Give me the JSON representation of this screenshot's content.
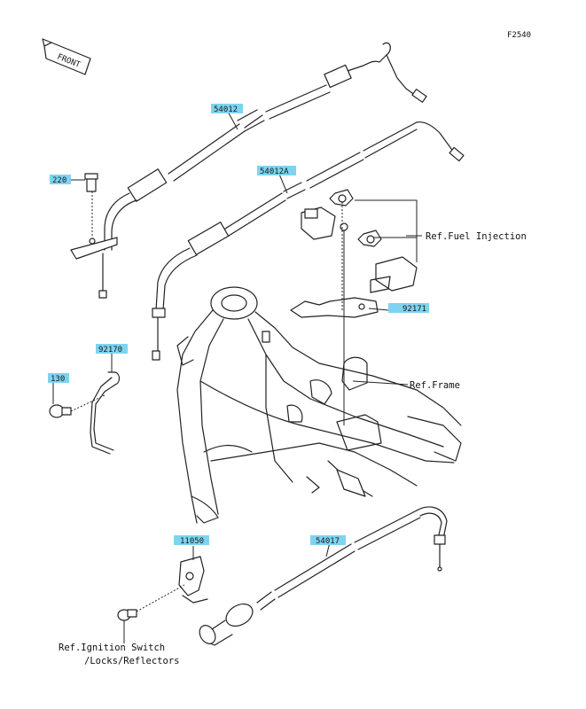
{
  "figure_code": "F2540",
  "front_label": "FRONT",
  "parts": {
    "p54012": "54012",
    "p54012A": "54012A",
    "p220": "220",
    "p92170": "92170",
    "p130": "130",
    "p92171": "92171",
    "p11050": "11050",
    "p54017": "54017"
  },
  "refs": {
    "fuel_injection": "Ref.Fuel Injection",
    "frame": "Ref.Frame",
    "ignition_line1": "Ref.Ignition Switch",
    "ignition_line2": "/Locks/Reflectors"
  }
}
